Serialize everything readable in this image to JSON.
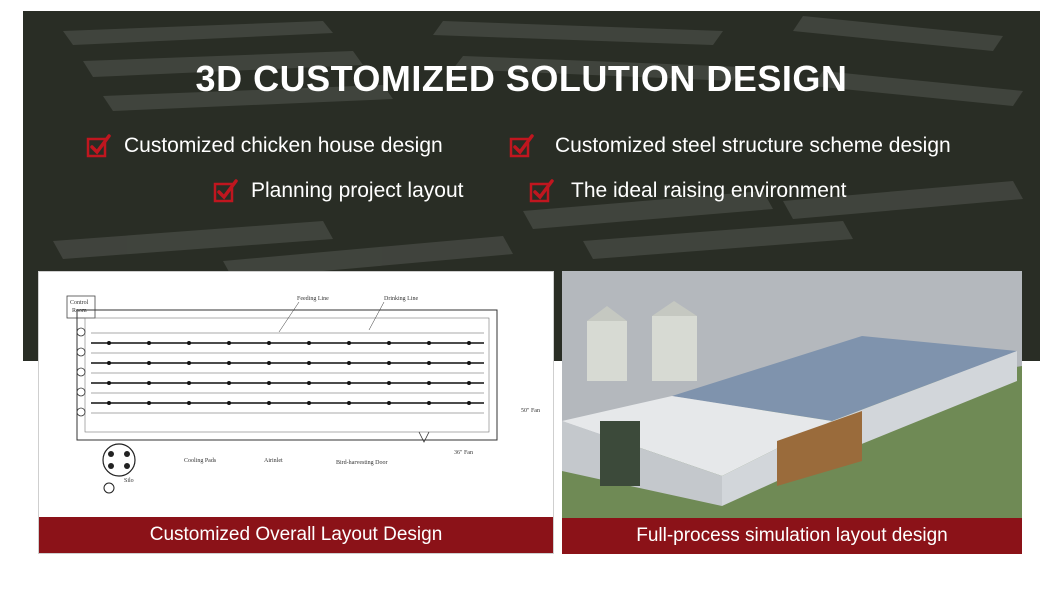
{
  "header": {
    "title": "3D CUSTOMIZED SOLUTION DESIGN"
  },
  "features": [
    {
      "label": "Customized chicken house design",
      "icon": "checkbox-checked-icon"
    },
    {
      "label": "Customized steel structure scheme design",
      "icon": "checkbox-checked-icon"
    },
    {
      "label": "Planning project layout",
      "icon": "checkbox-checked-icon"
    },
    {
      "label": "The ideal raising environment",
      "icon": "checkbox-checked-icon"
    }
  ],
  "panels": {
    "left": {
      "caption": "Customized Overall Layout Design",
      "diagram_labels": {
        "control_room_1": "Control",
        "control_room_2": "Room",
        "feeding_line": "Feeding Line",
        "drinking_line": "Drinking Line",
        "fan_50": "50\" Fan",
        "fan_36": "36\" Fan",
        "cooling_pads": "Cooling Pads",
        "air_inlet": "Airinlet",
        "harvest_door": "Bird-harvesting Door",
        "silo": "Silo"
      }
    },
    "right": {
      "caption": "Full-process simulation layout design"
    }
  },
  "colors": {
    "accent": "#8b1218",
    "check": "#c0161f"
  }
}
